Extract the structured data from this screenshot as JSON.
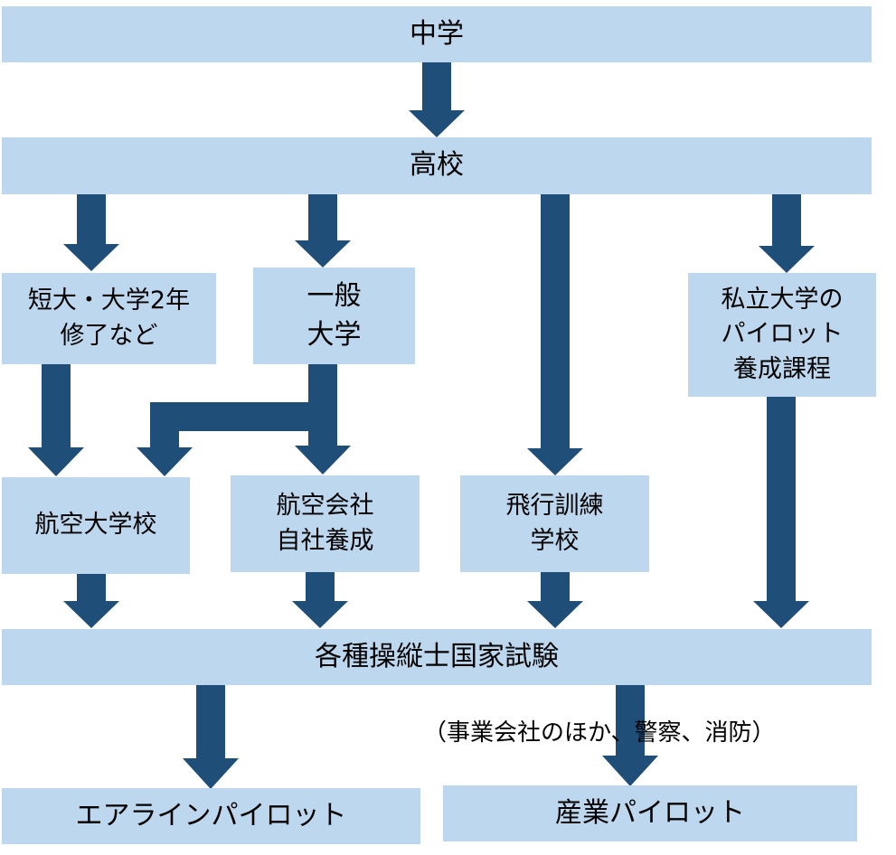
{
  "diagram": {
    "title": "Pilot career path flowchart",
    "colors": {
      "box_fill": "#bdd7ee",
      "arrow_fill": "#1f4e79",
      "text": "#000000"
    },
    "nodes": {
      "junior_high": {
        "lines": [
          "中学"
        ]
      },
      "high_school": {
        "lines": [
          "高校"
        ]
      },
      "junior_college": {
        "lines": [
          "短大・大学2年",
          "修了など"
        ]
      },
      "general_university": {
        "lines": [
          "一般",
          "大学"
        ]
      },
      "private_university": {
        "lines": [
          "私立大学の",
          "パイロット",
          "養成課程"
        ]
      },
      "civil_aviation_college": {
        "lines": [
          "航空大学校"
        ]
      },
      "airline_in_house": {
        "lines": [
          "航空会社",
          "自社養成"
        ]
      },
      "flight_school": {
        "lines": [
          "飛行訓練",
          "学校"
        ]
      },
      "national_exam": {
        "lines": [
          "各種操縦士国家試験"
        ]
      },
      "airline_pilot": {
        "lines": [
          "エアラインパイロット"
        ]
      },
      "industrial_pilot": {
        "lines": [
          "産業パイロット"
        ]
      }
    },
    "note": "（事業会社のほか、警察、消防）",
    "edges": [
      [
        "junior_high",
        "high_school"
      ],
      [
        "high_school",
        "junior_college"
      ],
      [
        "high_school",
        "general_university"
      ],
      [
        "high_school",
        "flight_school"
      ],
      [
        "high_school",
        "private_university"
      ],
      [
        "junior_college",
        "civil_aviation_college"
      ],
      [
        "general_university",
        "civil_aviation_college"
      ],
      [
        "general_university",
        "airline_in_house"
      ],
      [
        "civil_aviation_college",
        "national_exam"
      ],
      [
        "airline_in_house",
        "national_exam"
      ],
      [
        "flight_school",
        "national_exam"
      ],
      [
        "private_university",
        "national_exam"
      ],
      [
        "national_exam",
        "airline_pilot"
      ],
      [
        "national_exam",
        "industrial_pilot"
      ]
    ]
  }
}
